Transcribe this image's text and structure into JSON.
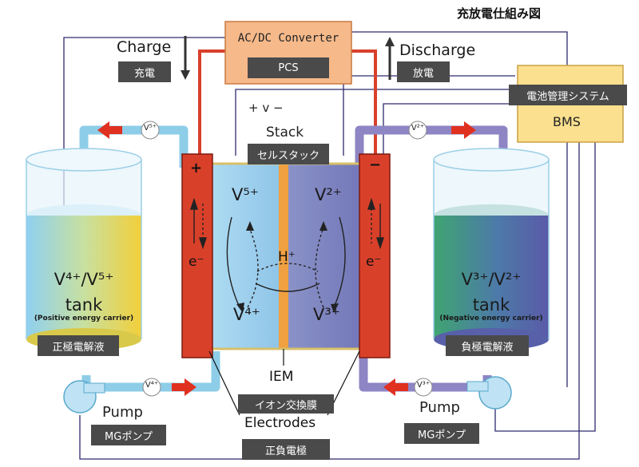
{
  "title": "充放電仕組み図",
  "converter": {
    "label": "AC/DC Converter",
    "tag": "PCS"
  },
  "charge": {
    "label": "Charge",
    "tag": "充電"
  },
  "discharge": {
    "label": "Discharge",
    "tag": "放電"
  },
  "bms": {
    "label": "BMS",
    "tag": "電池管理システム"
  },
  "stack": {
    "polarity": "+   v   −",
    "label": "Stack",
    "tag": "セルスタック"
  },
  "electrode_pos_sign": "+",
  "electrode_neg_sign": "−",
  "electron_label": "e⁻",
  "ions": {
    "v5": "V⁵⁺",
    "v4": "V⁴⁺",
    "v2": "V²⁺",
    "v3": "V³⁺",
    "h": "H⁺"
  },
  "pipe_labels": {
    "top_left": "V⁵⁺",
    "top_right": "V²⁺",
    "bottom_left": "V⁴⁺",
    "bottom_right": "V³⁺"
  },
  "left_tank": {
    "ions": "V⁴⁺/V⁵⁺",
    "word": "tank",
    "sub": "(Positive energy carrier)",
    "tag": "正極電解液"
  },
  "right_tank": {
    "ions": "V³⁺/V²⁺",
    "word": "tank",
    "sub": "(Negative energy carrier)",
    "tag": "負極電解液"
  },
  "iem": {
    "label": "IEM",
    "tag": "イオン交換膜"
  },
  "electrodes": {
    "label": "Electrodes",
    "tag": "正負電極"
  },
  "left_pump": {
    "label": "Pump",
    "tag": "MGポンプ"
  },
  "right_pump": {
    "label": "Pump",
    "tag": "MGポンプ"
  },
  "colors": {
    "converter": "#f6b98a",
    "bms": "#fbe08f",
    "electrode": "#d9402a",
    "pipe_left": "#8ecde8",
    "pipe_right": "#8d85c4",
    "wire": "#2e2a6e",
    "tag_bg": "#4a4a4a",
    "arrow_red": "#e03020"
  }
}
